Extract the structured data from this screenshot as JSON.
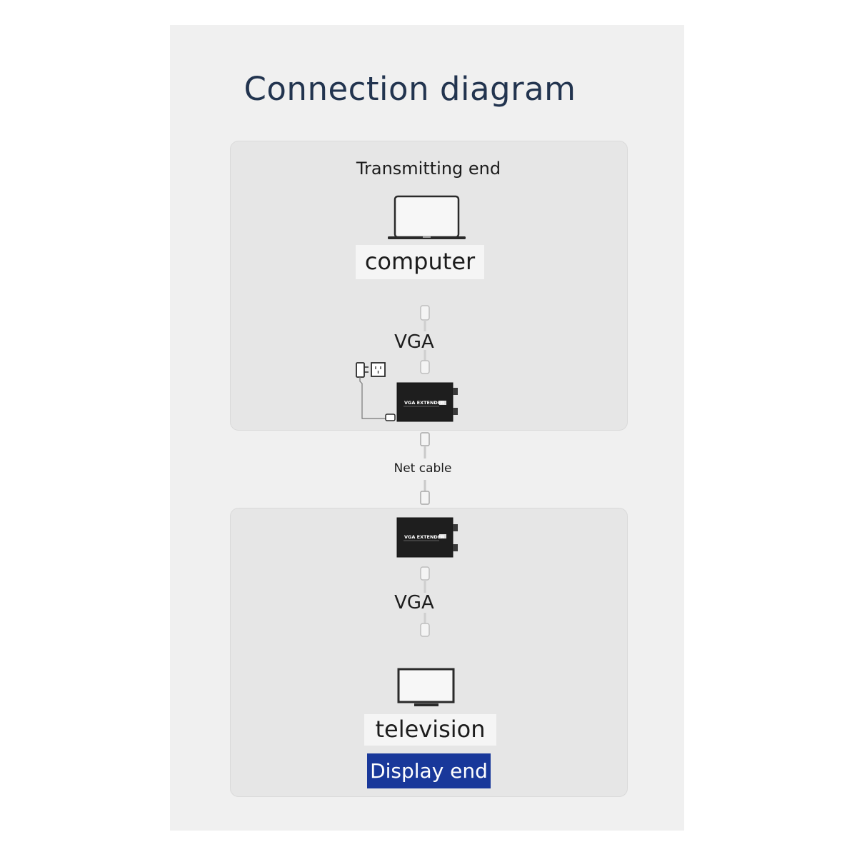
{
  "title": "Connection diagram",
  "transmitting": {
    "section_label": "Transmitting end",
    "device_label": "computer",
    "device_icon": "laptop-icon",
    "cable_label": "VGA",
    "power_icon": "power-adapter-icon",
    "extender_label": "VGA EXTENDER"
  },
  "link": {
    "cable_label": "Net cable"
  },
  "display": {
    "extender_label": "VGA EXTENDER",
    "cable_label": "VGA",
    "device_label": "television",
    "device_icon": "television-icon",
    "section_label": "Display end"
  },
  "colors": {
    "title": "#22344f",
    "badge": "#19389a",
    "panel": "#e6e6e6",
    "extender": "#1e1e1e"
  }
}
